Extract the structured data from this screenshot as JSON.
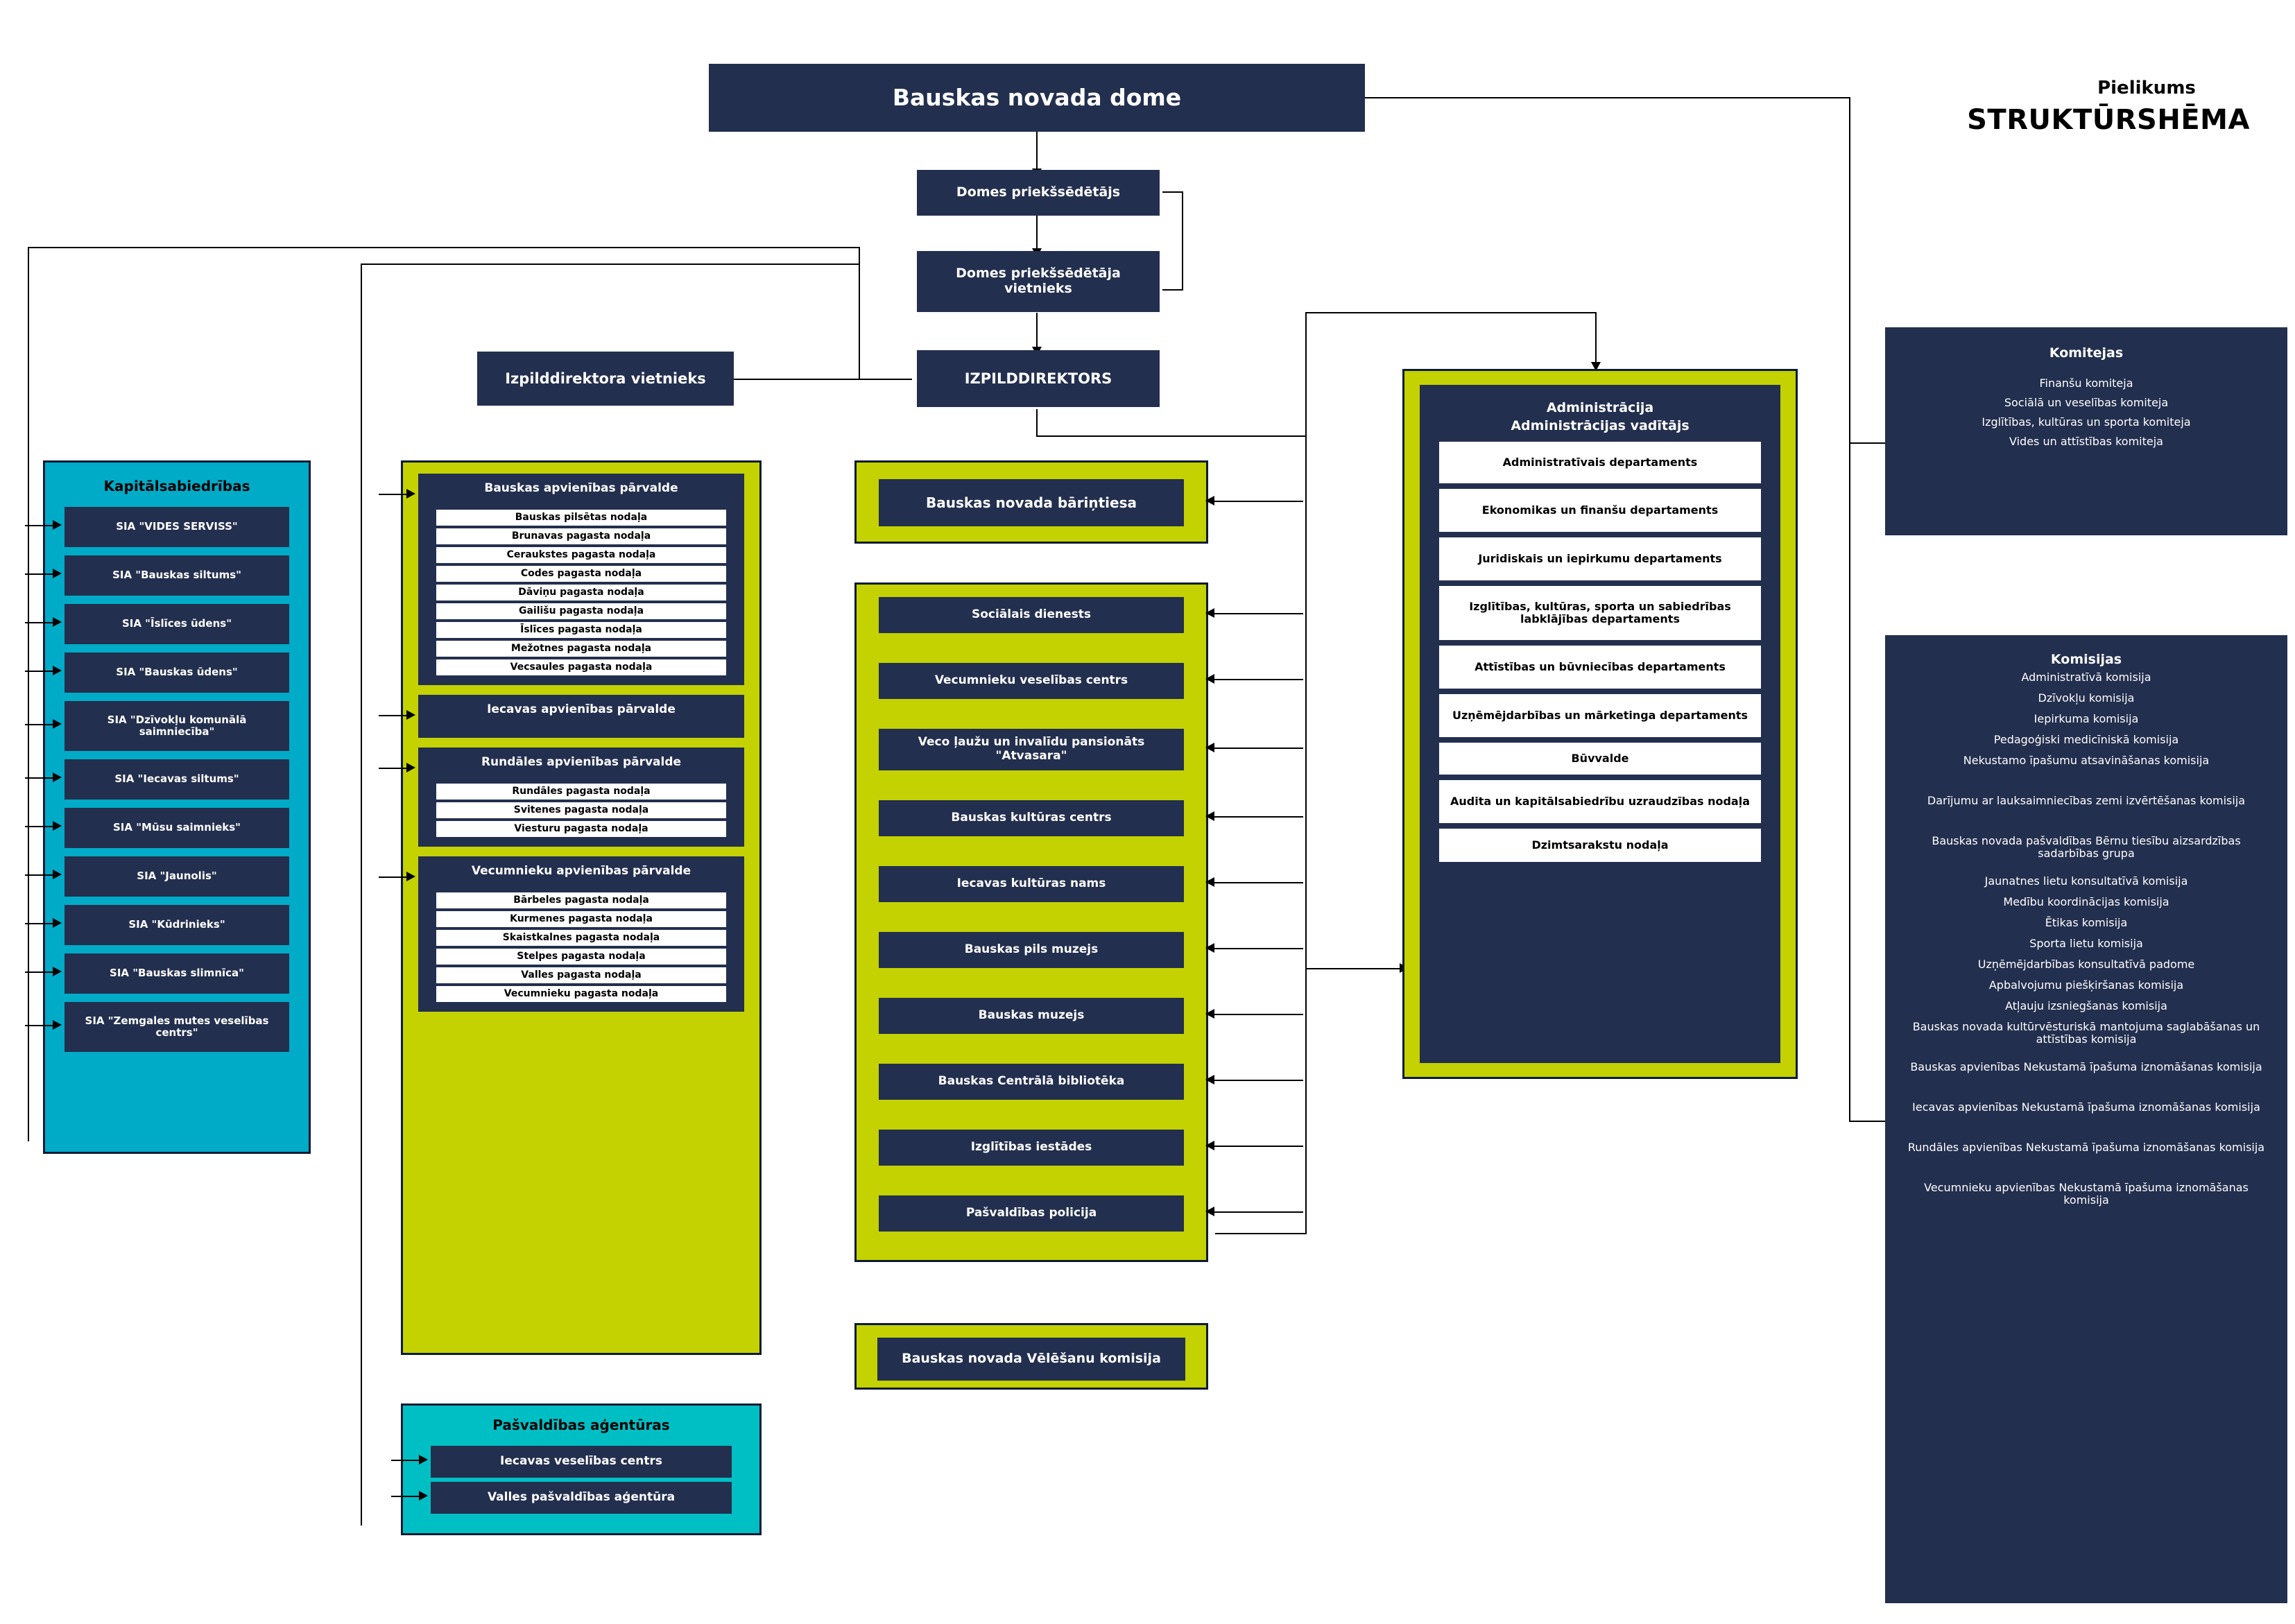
{
  "header": {
    "subtitle": "Pielikums",
    "title": "STRUKTŪRSHĒMA"
  },
  "colors": {
    "navy": "#232f4e",
    "cyan": "#00abc8",
    "teal": "#00bfc4",
    "lime": "#c3d200",
    "white": "#ffffff"
  },
  "top_chain": {
    "council": "Bauskas novada dome",
    "chair": "Domes priekšsēdētājs",
    "vice_chair": "Domes priekšsēdētāja vietnieks",
    "exec_director": "IZPILDDIREKTORS",
    "exec_deputy": "Izpilddirektora vietnieks"
  },
  "capital_companies": {
    "title": "Kapitālsabiedrības",
    "items": [
      "SIA \"VIDES SERVISS\"",
      "SIA \"Bauskas siltums\"",
      "SIA \"Īslīces ūdens\"",
      "SIA \"Bauskas ūdens\"",
      "SIA \"Dzīvokļu komunālā saimniecība\"",
      "SIA \"Iecavas siltums\"",
      "SIA \"Mūsu saimnieks\"",
      "SIA \"Jaunolis\"",
      "SIA \"Kūdrinieks\"",
      "SIA \"Bauskas slimnīca\"",
      "SIA \"Zemgales mutes veselības centrs\""
    ]
  },
  "administrations": [
    {
      "title": "Bauskas apvienības pārvalde",
      "items": [
        "Bauskas pilsētas nodaļa",
        "Brunavas pagasta nodaļa",
        "Ceraukstes pagasta nodaļa",
        "Codes pagasta nodaļa",
        "Dāviņu pagasta nodaļa",
        "Gailišu pagasta nodaļa",
        "Īslīces pagasta nodaļa",
        "Mežotnes pagasta nodaļa",
        "Vecsaules pagasta nodaļa"
      ]
    },
    {
      "title": "Iecavas apvienības pārvalde",
      "items": []
    },
    {
      "title": "Rundāles apvienības pārvalde",
      "items": [
        "Rundāles pagasta nodaļa",
        "Svitenes pagasta nodaļa",
        "Viesturu pagasta nodaļa"
      ]
    },
    {
      "title": "Vecumnieku apvienības pārvalde",
      "items": [
        "Bārbeles pagasta nodaļa",
        "Kurmenes pagasta nodaļa",
        "Skaistkalnes pagasta nodaļa",
        "Stelpes pagasta nodaļa",
        "Valles pagasta nodaļa",
        "Vecumnieku pagasta nodaļa"
      ]
    }
  ],
  "agencies": {
    "title": "Pašvaldības aģentūras",
    "items": [
      "Iecavas veselības  centrs",
      "Valles pašvaldības aģentūra"
    ]
  },
  "orphans_court": "Bauskas novada bāriņtiesa",
  "institutions": [
    "Sociālais dienests",
    "Vecumnieku veselības centrs",
    "Veco ļaužu un invalīdu  pansionāts \"Atvasara\"",
    "Bauskas kultūras centrs",
    "Iecavas kultūras nams",
    "Bauskas pils muzejs",
    "Bauskas muzejs",
    "Bauskas Centrālā bibliotēka",
    "Izglītības iestādes",
    "Pašvaldības policija"
  ],
  "election_commission": "Bauskas novada Vēlēšanu komisija",
  "administration": {
    "title_line1": "Administrācija",
    "title_line2": "Administrācijas vadītājs",
    "departments": [
      "Administratīvais departaments",
      "Ekonomikas un finanšu departaments",
      "Juridiskais un iepirkumu departaments",
      "Izglītības, kultūras, sporta un sabiedrības labklājības departaments",
      "Attīstības un būvniecības departaments",
      "Uzņēmējdarbības un mārketinga departaments",
      "Būvvalde",
      "Audita un kapitālsabiedrību uzraudzības nodaļa",
      "Dzimtsarakstu nodaļa"
    ]
  },
  "committees": {
    "title": "Komitejas",
    "items": [
      "Finanšu komiteja",
      "Sociālā un veselības komiteja",
      "Izglītības, kultūras un sporta komiteja",
      "Vides un attīstības komiteja"
    ]
  },
  "commissions": {
    "title": "Komisijas",
    "items": [
      "Administratīvā komisija",
      "Dzīvokļu komisija",
      "Iepirkuma komisija",
      "Pedagoģiski medicīniskā komisija",
      "Nekustamo īpašumu atsavināšanas komisija",
      "Darījumu ar lauksaimniecības zemi izvērtēšanas komisija",
      "Bauskas novada pašvaldības Bērnu tiesību aizsardzības sadarbības grupa",
      "Jaunatnes lietu konsultatīvā komisija",
      "Medību koordinācijas komisija",
      "Ētikas komisija",
      "Sporta lietu komisija",
      "Uzņēmējdarbības konsultatīvā padome",
      "Apbalvojumu piešķiršanas komisija",
      "Atļauju izsniegšanas komisija",
      "Bauskas novada kultūrvēsturiskā mantojuma saglabāšanas un attīstības komisija",
      "Bauskas apvienības Nekustamā īpašuma iznomāšanas komisija",
      "Iecavas apvienības Nekustamā īpašuma iznomāšanas komisija",
      "Rundāles apvienības Nekustamā īpašuma iznomāšanas komisija",
      "Vecumnieku apvienības Nekustamā īpašuma iznomāšanas komisija"
    ]
  }
}
